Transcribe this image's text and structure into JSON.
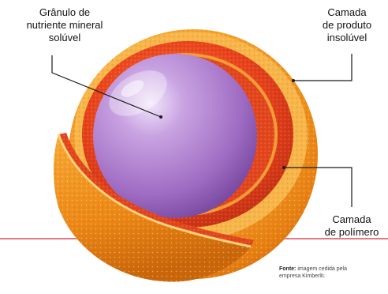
{
  "labels": {
    "granulo": [
      "Grânulo de",
      "nutriente mineral",
      "solúvel"
    ],
    "produto": [
      "Camada",
      "de produto",
      "insolúvel"
    ],
    "polimero": [
      "Camada",
      "de polímero"
    ]
  },
  "source": {
    "prefix": "Fonte:",
    "line1": "imagem cedida pela",
    "line2": "empresa Kimberlit."
  },
  "colors": {
    "orange_shell": "#f0951e",
    "inner_red_layer": "#e23c1c",
    "granule_purple": "#a87bc8",
    "rule_line": "#d8263a",
    "leader_line": "#1a1a1a"
  }
}
